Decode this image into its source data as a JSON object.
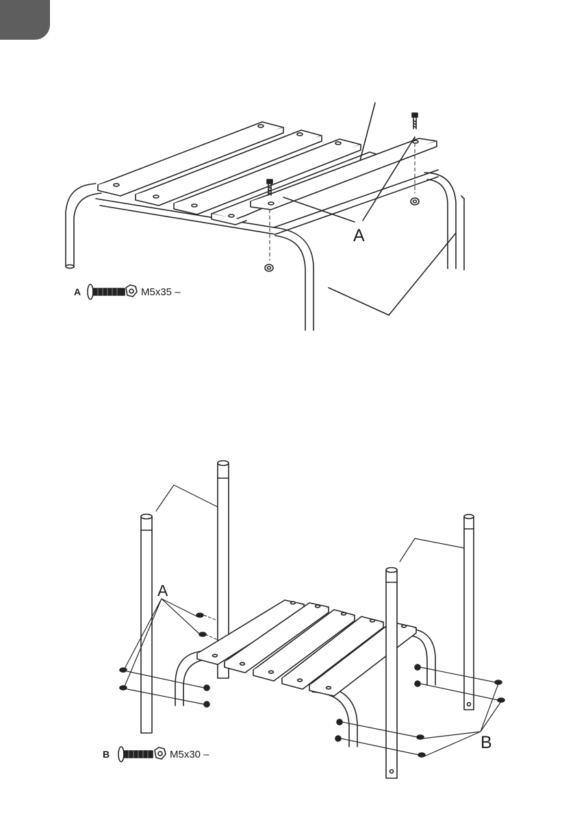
{
  "figure_1": {
    "label_a": "A",
    "hardware": {
      "letter": "A",
      "spec": "M5x35 –"
    }
  },
  "figure_2": {
    "label_a": "A",
    "label_b": "B",
    "hardware": {
      "letter": "B",
      "spec": "M5x30 –"
    }
  }
}
